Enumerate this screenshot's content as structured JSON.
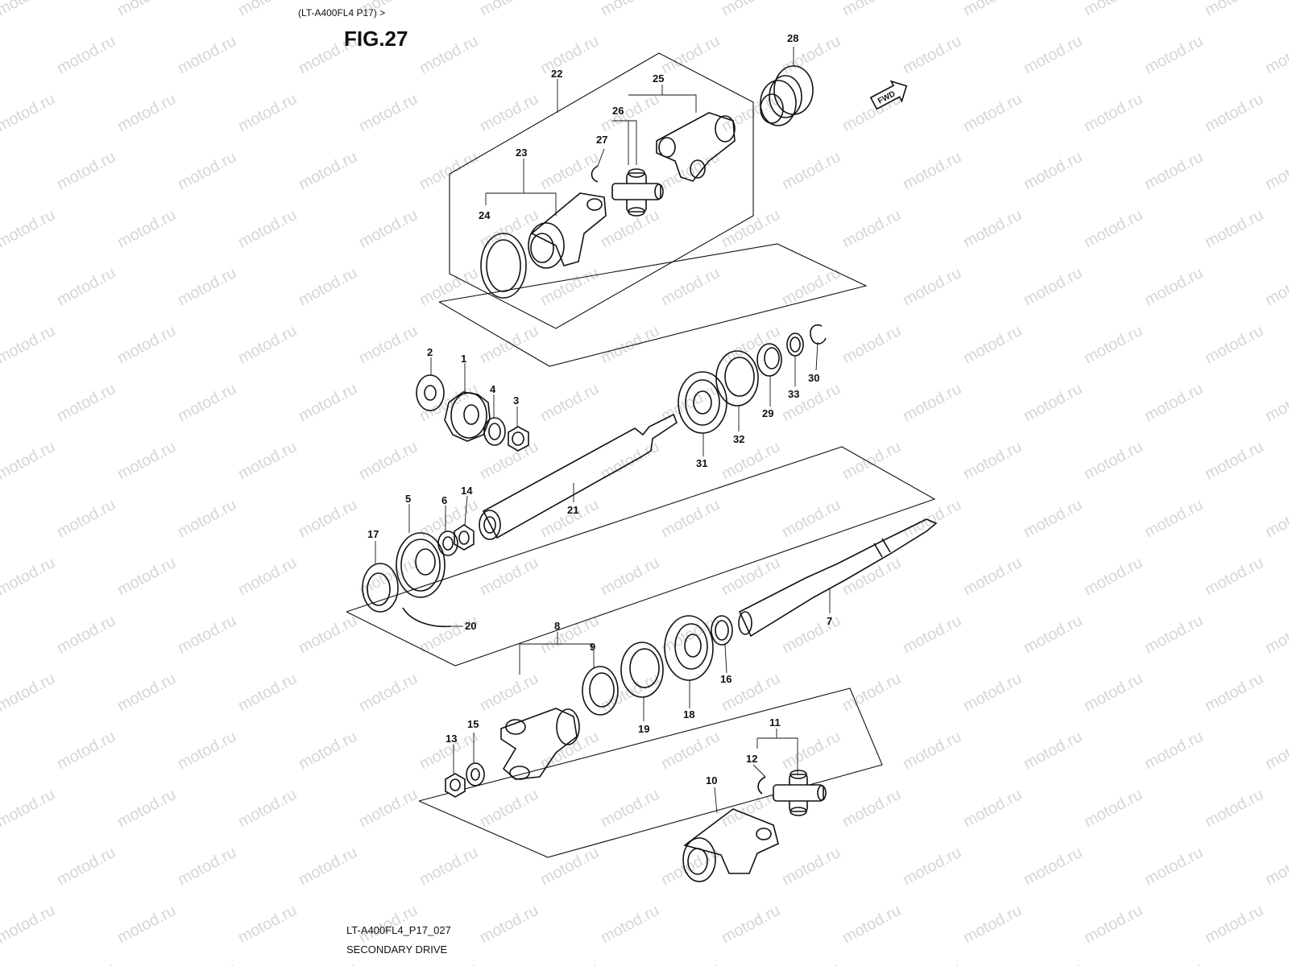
{
  "header": {
    "model_ref": "(LT-A400FL4 P17) >",
    "fig_title": "FIG.27"
  },
  "footer": {
    "code": "LT-A400FL4_P17_027",
    "title": "SECONDARY DRIVE"
  },
  "badge": {
    "fwd": "FWD"
  },
  "watermark": {
    "text": "motod.ru"
  },
  "callouts": {
    "p1": "1",
    "p2": "2",
    "p3": "3",
    "p4": "4",
    "p5": "5",
    "p6": "6",
    "p7": "7",
    "p8": "8",
    "p9": "9",
    "p10": "10",
    "p11": "11",
    "p12": "12",
    "p13": "13",
    "p14": "14",
    "p15": "15",
    "p16": "16",
    "p17": "17",
    "p18": "18",
    "p19": "19",
    "p20": "20",
    "p21": "21",
    "p22": "22",
    "p23": "23",
    "p24": "24",
    "p25": "25",
    "p26": "26",
    "p27": "27",
    "p28": "28",
    "p29": "29",
    "p30": "30",
    "p31": "31",
    "p32": "32",
    "p33": "33"
  }
}
